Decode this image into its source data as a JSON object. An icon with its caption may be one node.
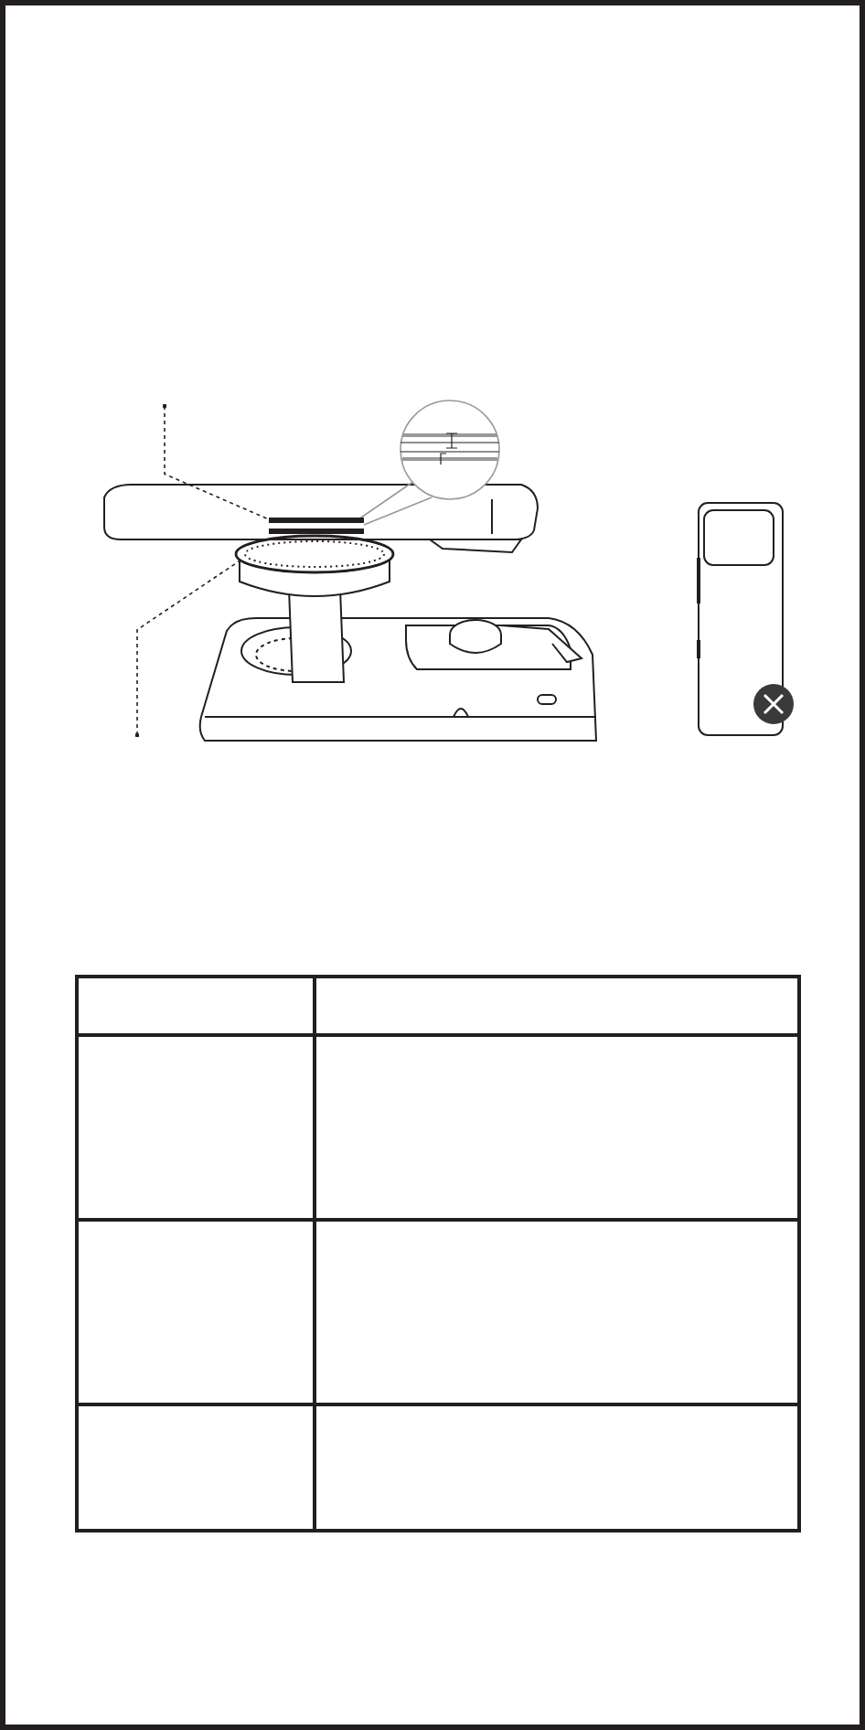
{
  "diagram": {
    "nodes": [
      {
        "text": [],
        "shape": "bar"
      },
      {
        "text": [],
        "shape": "circle"
      }
    ],
    "edges": [
      {
        "from": null,
        "to": 0,
        "arrow": "other"
      },
      {
        "from": null,
        "to": 1,
        "arrow": "other"
      }
    ]
  }
}
